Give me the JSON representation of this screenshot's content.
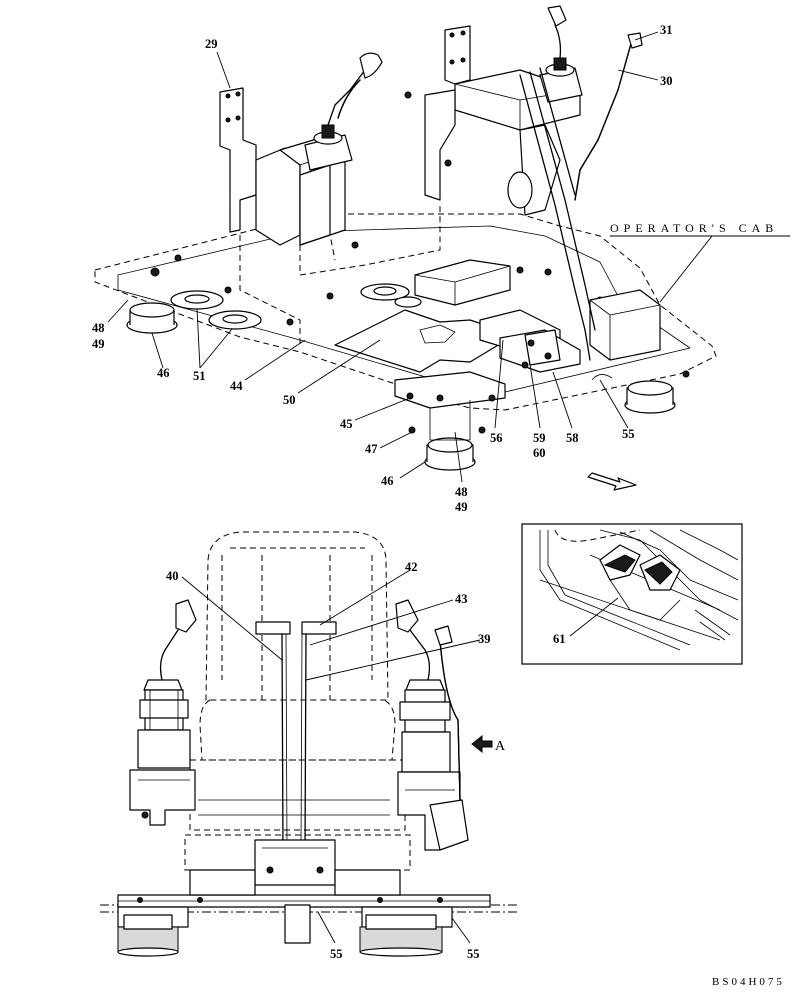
{
  "labels": {
    "cab_title": "OPERATOR'S CAB",
    "drawing_code": "BS04H075",
    "view_arrow": "A"
  },
  "callouts_top": {
    "c29": "29",
    "c31": "31",
    "c30": "30",
    "c48a": "48",
    "c49a": "49",
    "c46a": "46",
    "c51": "51",
    "c44": "44",
    "c50": "50",
    "c45": "45",
    "c47": "47",
    "c46b": "46",
    "c48b": "48",
    "c49b": "49",
    "c56": "56",
    "c59": "59",
    "c60": "60",
    "c58": "58",
    "c55": "55"
  },
  "callouts_bottom": {
    "c40": "40",
    "c42": "42",
    "c43": "43",
    "c39": "39",
    "c61": "61",
    "c55a": "55",
    "c55b": "55"
  }
}
